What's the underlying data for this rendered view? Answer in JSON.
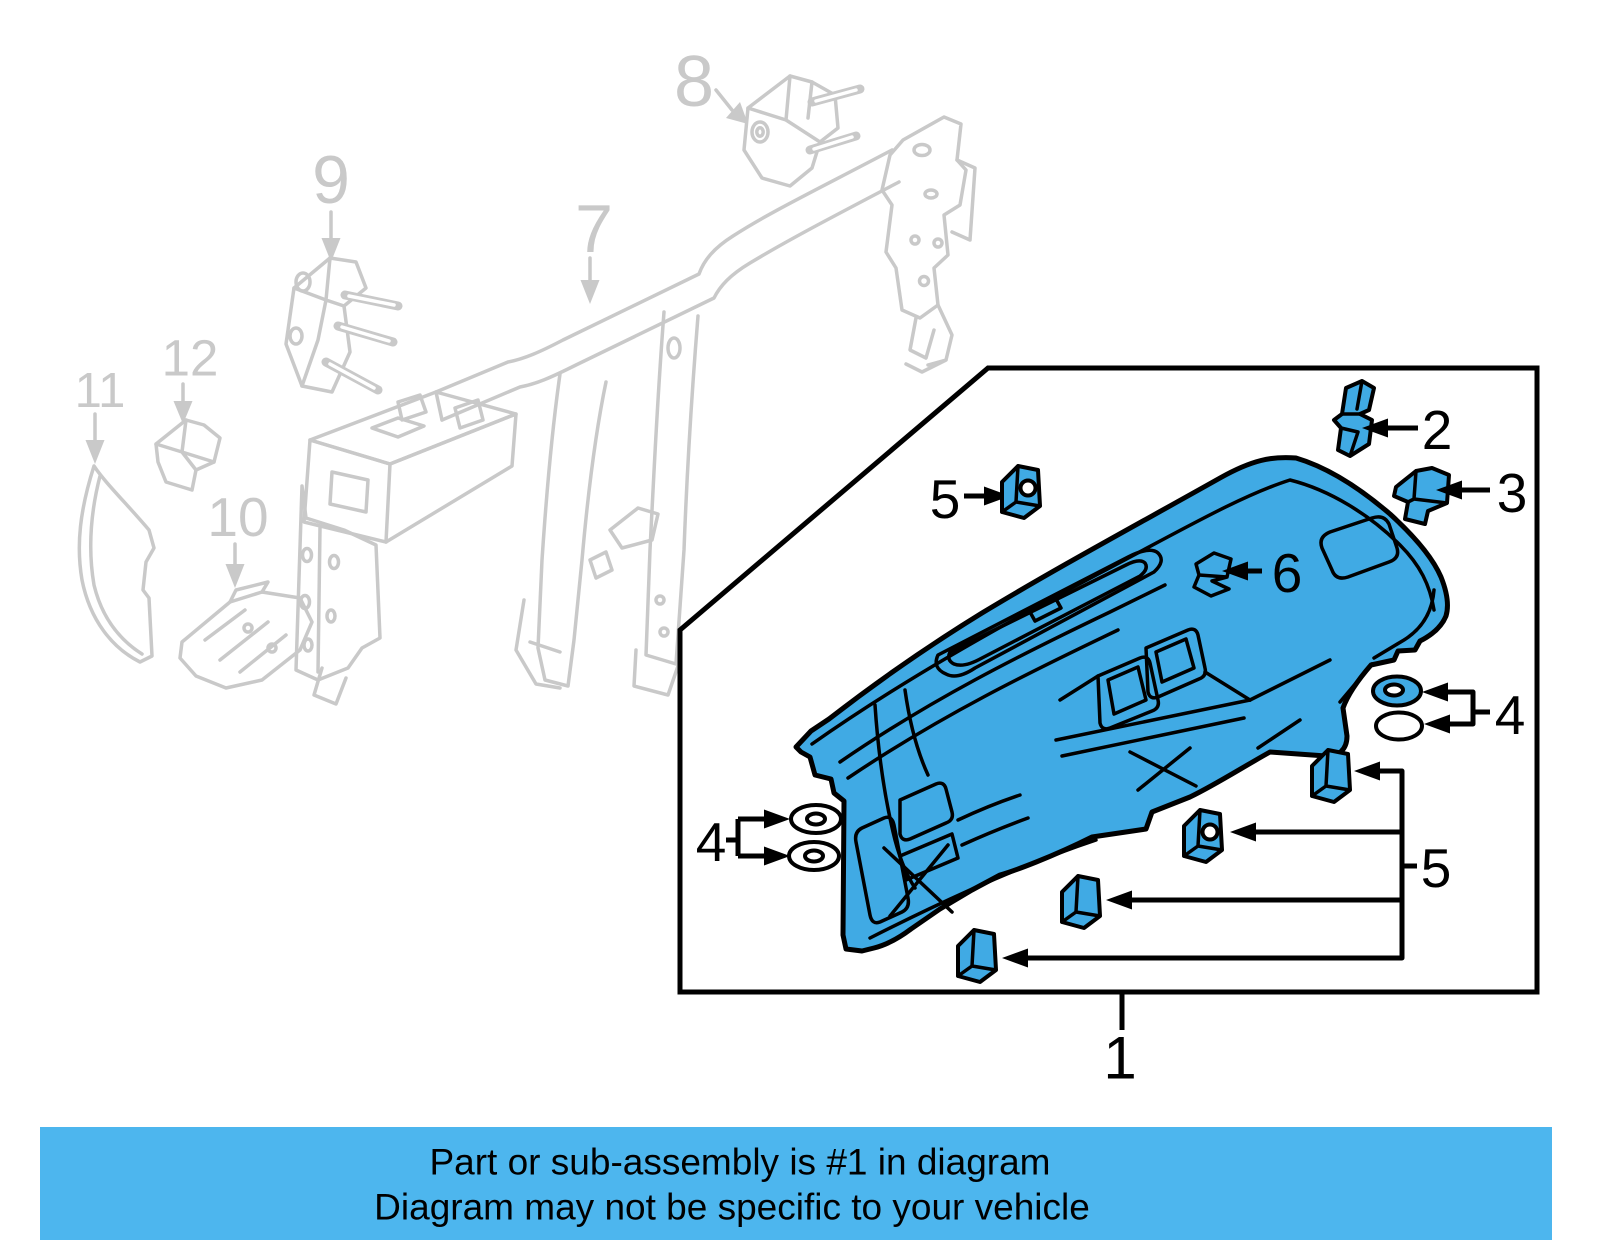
{
  "banner": {
    "line1": "Part or sub-assembly is #1 in diagram",
    "line2": "Diagram may not be specific to your vehicle"
  },
  "labels": {
    "part1": "1",
    "part2": "2",
    "part3": "3",
    "part4_left": "4",
    "part4_right": "4",
    "part5_top": "5",
    "part5_right": "5",
    "part6": "6",
    "part7": "7",
    "part8": "8",
    "part9": "9",
    "part10": "10",
    "part11": "11",
    "part12": "12"
  },
  "colors": {
    "highlight_blue": "#40aae4",
    "banner_blue": "#4db6ee",
    "background_gray": "#c9c9c9",
    "outline_black": "#000000",
    "page_background": "#ffffff"
  }
}
